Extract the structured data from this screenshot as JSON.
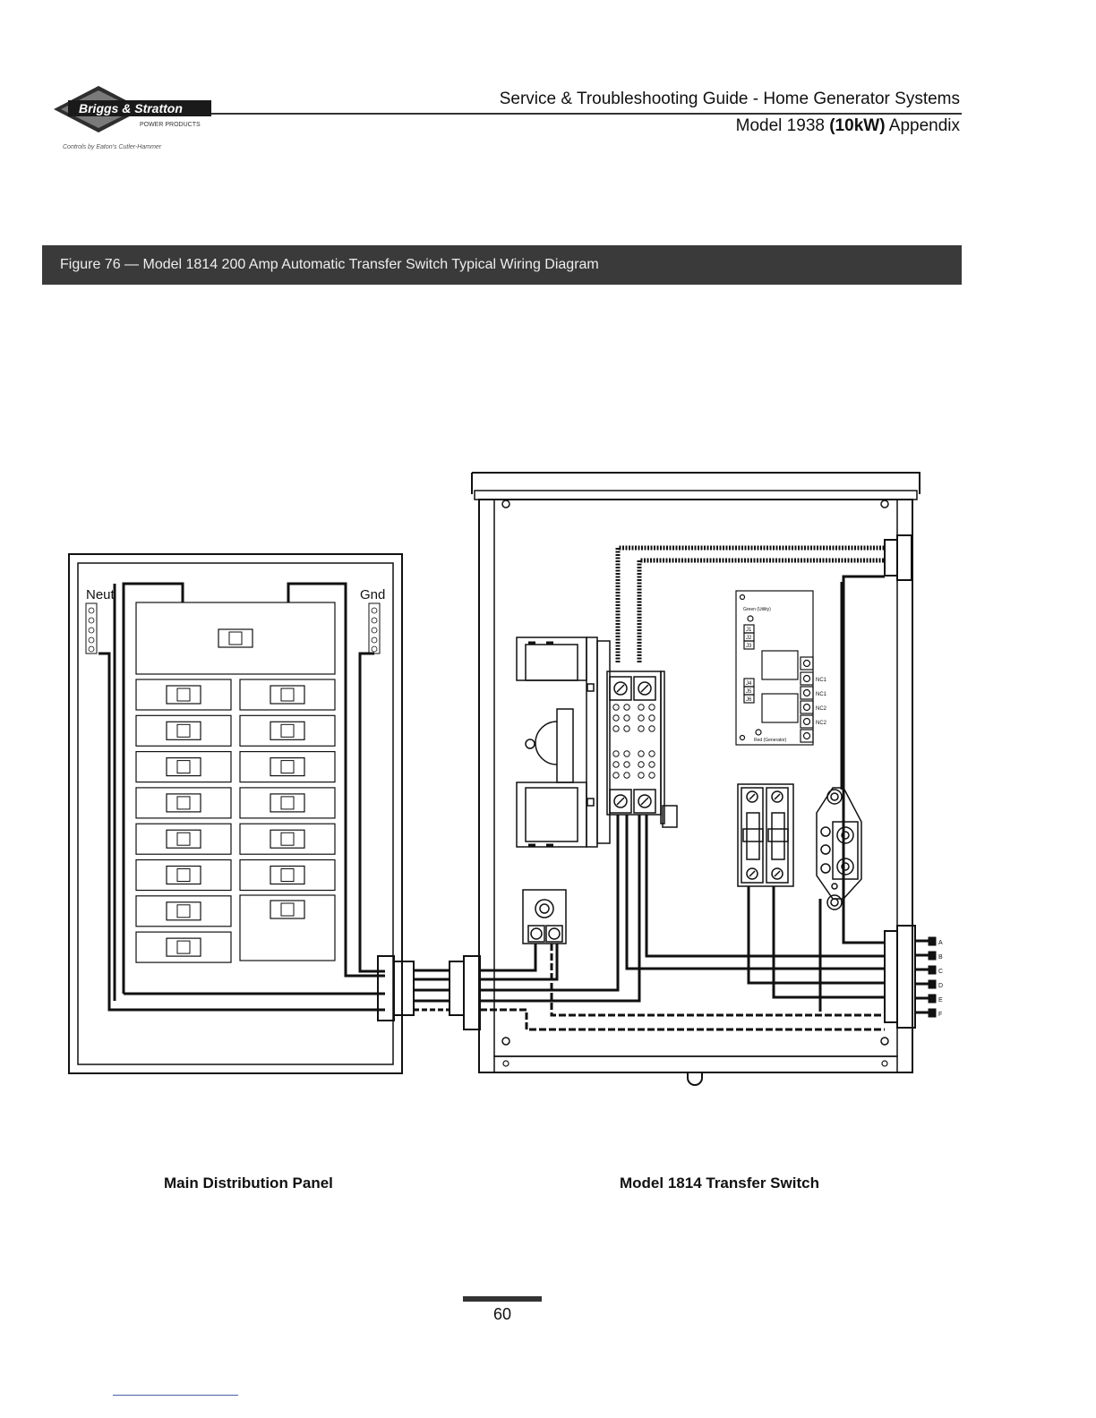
{
  "logo": {
    "brand": "Briggs & Stratton",
    "sub": "POWER PRODUCTS",
    "tagline": "Controls by Eaton's Cutler-Hammer"
  },
  "header": {
    "title": "Service & Troubleshooting Guide - Home Generator Systems",
    "model_prefix": "Model 1938",
    "model_bold": "(10kW)",
    "model_suffix": "Appendix"
  },
  "figure": {
    "caption": "Figure 76 — Model 1814    200 Amp Automatic Transfer Switch    Typical Wiring Diagram"
  },
  "diagram": {
    "panel": {
      "neutral_label": "Neut",
      "ground_label": "Gnd"
    },
    "board": {
      "terminals": [
        "J1",
        "J2",
        "J3",
        "J4",
        "J5",
        "J6"
      ],
      "green_label": "Green (Utility)",
      "red_label": "Red (Generator)",
      "relay_labels": [
        "NC1",
        "NC1",
        "NC2",
        "NC2"
      ]
    },
    "conduit_labels": [
      "A",
      "B",
      "C",
      "D",
      "E",
      "F"
    ]
  },
  "labels": {
    "panel": "Main Distribution Panel",
    "switch": "Model 1814 Transfer Switch"
  },
  "page_number": "60"
}
